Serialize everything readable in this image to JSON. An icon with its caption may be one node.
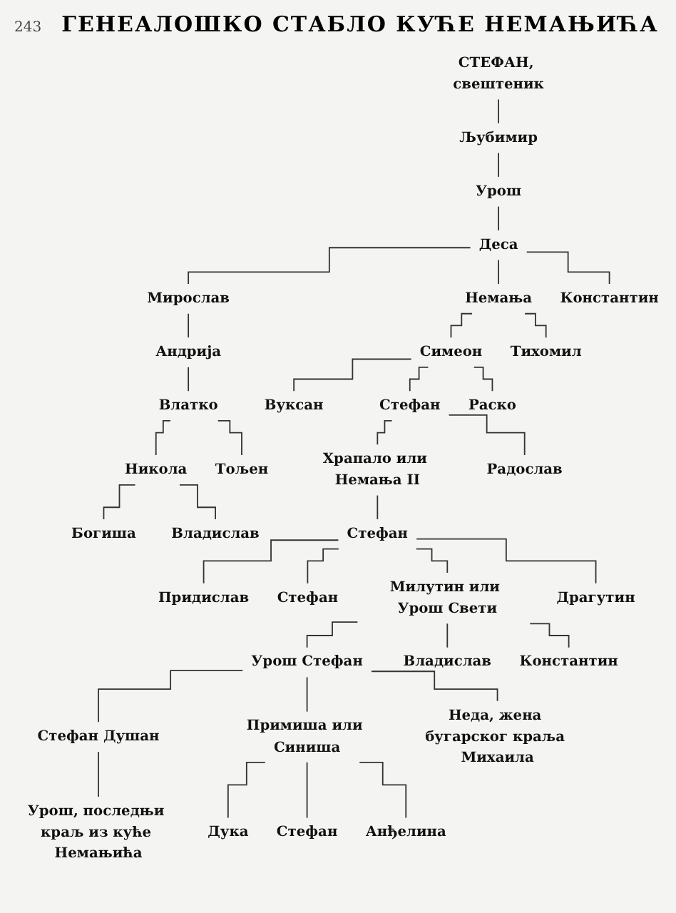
{
  "diagram": {
    "title": "ГЕНЕАЛОШКО СТАБЛО КУЋЕ НЕМАЊИЋА",
    "nodes": [
      {
        "text": [
          "СТЕФАН, свештеник"
        ]
      },
      {
        "text": [
          "Љубимир"
        ]
      },
      {
        "text": [
          "Урош"
        ]
      },
      {
        "text": [
          "Деса"
        ]
      },
      {
        "text": [
          "Мирослав"
        ]
      },
      {
        "text": [
          "Немања"
        ]
      },
      {
        "text": [
          "Константин"
        ]
      },
      {
        "text": [
          "Андрија"
        ]
      },
      {
        "text": [
          "Симеон"
        ]
      },
      {
        "text": [
          "Тихомил"
        ]
      },
      {
        "text": [
          "Влатко"
        ]
      },
      {
        "text": [
          "Вуксан"
        ]
      },
      {
        "text": [
          "Стефан"
        ]
      },
      {
        "text": [
          "Раско"
        ]
      },
      {
        "text": [
          "Никола"
        ]
      },
      {
        "text": [
          "Тољен"
        ]
      },
      {
        "text": [
          "Храпало или Немања II"
        ]
      },
      {
        "text": [
          "Радослав"
        ]
      },
      {
        "text": [
          "Богиша"
        ]
      },
      {
        "text": [
          "Владислав"
        ]
      },
      {
        "text": [
          "Стефан"
        ]
      },
      {
        "text": [
          "Придислав"
        ]
      },
      {
        "text": [
          "Стефан"
        ]
      },
      {
        "text": [
          "Милутин или Урош Свети"
        ]
      },
      {
        "text": [
          "Драгутин"
        ]
      },
      {
        "text": [
          "Урош Стефан"
        ]
      },
      {
        "text": [
          "Владислав"
        ]
      },
      {
        "text": [
          "Константин"
        ]
      },
      {
        "text": [
          "Стефан Душан"
        ]
      },
      {
        "text": [
          "Примиша или Синиша"
        ]
      },
      {
        "text": [
          "Неда, жена бугарског краља Михаила"
        ]
      },
      {
        "text": [
          "Урош, последњи краљ из куће Немањића"
        ]
      },
      {
        "text": [
          "Дука"
        ]
      },
      {
        "text": [
          "Стефан"
        ]
      },
      {
        "text": [
          "Анђелина"
        ]
      }
    ],
    "edges": [
      {
        "from": 0,
        "to": 1,
        "arrow": "none"
      },
      {
        "from": 1,
        "to": 2,
        "arrow": "none"
      },
      {
        "from": 2,
        "to": 3,
        "arrow": "none"
      },
      {
        "from": 3,
        "to": 4,
        "arrow": "none"
      },
      {
        "from": 3,
        "to": 5,
        "arrow": "none"
      },
      {
        "from": 3,
        "to": 6,
        "arrow": "none"
      },
      {
        "from": 4,
        "to": 7,
        "arrow": "none"
      },
      {
        "from": 5,
        "to": 8,
        "arrow": "none"
      },
      {
        "from": 5,
        "to": 9,
        "arrow": "none"
      },
      {
        "from": 7,
        "to": 10,
        "arrow": "none"
      },
      {
        "from": 8,
        "to": 11,
        "arrow": "none"
      },
      {
        "from": 8,
        "to": 12,
        "arrow": "none"
      },
      {
        "from": 8,
        "to": 13,
        "arrow": "none"
      },
      {
        "from": 10,
        "to": 14,
        "arrow": "none"
      },
      {
        "from": 10,
        "to": 15,
        "arrow": "none"
      },
      {
        "from": 12,
        "to": 16,
        "arrow": "none"
      },
      {
        "from": 12,
        "to": 17,
        "arrow": "none"
      },
      {
        "from": 14,
        "to": 18,
        "arrow": "none"
      },
      {
        "from": 14,
        "to": 19,
        "arrow": "none"
      },
      {
        "from": 16,
        "to": 20,
        "arrow": "none"
      },
      {
        "from": 20,
        "to": 21,
        "arrow": "none"
      },
      {
        "from": 20,
        "to": 22,
        "arrow": "none"
      },
      {
        "from": 20,
        "to": 23,
        "arrow": "none"
      },
      {
        "from": 20,
        "to": 24,
        "arrow": "none"
      },
      {
        "from": 23,
        "to": 25,
        "arrow": "none"
      },
      {
        "from": 23,
        "to": 26,
        "arrow": "none"
      },
      {
        "from": 23,
        "to": 27,
        "arrow": "none"
      },
      {
        "from": 25,
        "to": 28,
        "arrow": "none"
      },
      {
        "from": 25,
        "to": 29,
        "arrow": "none"
      },
      {
        "from": 25,
        "to": 30,
        "arrow": "none"
      },
      {
        "from": 28,
        "to": 31,
        "arrow": "none"
      },
      {
        "from": 29,
        "to": 32,
        "arrow": "none"
      },
      {
        "from": 29,
        "to": 33,
        "arrow": "none"
      },
      {
        "from": 29,
        "to": 34,
        "arrow": "none"
      }
    ],
    "labels": [
      "243"
    ]
  }
}
